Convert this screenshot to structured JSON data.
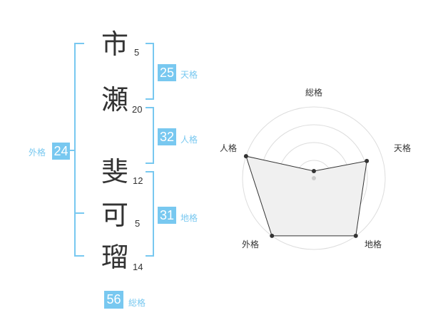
{
  "name": {
    "chars": [
      {
        "char": "市",
        "strokes": "5"
      },
      {
        "char": "瀬",
        "strokes": "20"
      },
      {
        "char": "斐",
        "strokes": "12"
      },
      {
        "char": "可",
        "strokes": "5"
      },
      {
        "char": "瑠",
        "strokes": "14"
      }
    ]
  },
  "kakusu": {
    "tenkaku": {
      "value": "25",
      "label": "天格"
    },
    "jinkaku": {
      "value": "32",
      "label": "人格"
    },
    "chikaku": {
      "value": "31",
      "label": "地格"
    },
    "gaikaku": {
      "value": "24",
      "label": "外格"
    },
    "soukaku": {
      "value": "56",
      "label": "総格"
    }
  },
  "accent_color": "#78c8f0",
  "chart_data": {
    "type": "radar",
    "axes": [
      "総格",
      "天格",
      "地格",
      "外格",
      "人格"
    ],
    "values": [
      0.1,
      0.78,
      1.0,
      1.0,
      1.0
    ],
    "rings": 4,
    "fill": "#f0f0f0",
    "line": "#333333"
  }
}
